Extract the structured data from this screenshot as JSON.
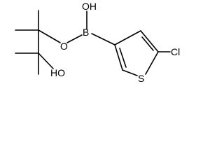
{
  "molecule": {
    "atoms": {
      "boron": "B",
      "hydroxyl_on_boron": "OH",
      "ester_oxygen": "O",
      "hydroxyl_on_pinacol": "HO",
      "chlorine": "Cl",
      "sulfur": "S"
    }
  }
}
